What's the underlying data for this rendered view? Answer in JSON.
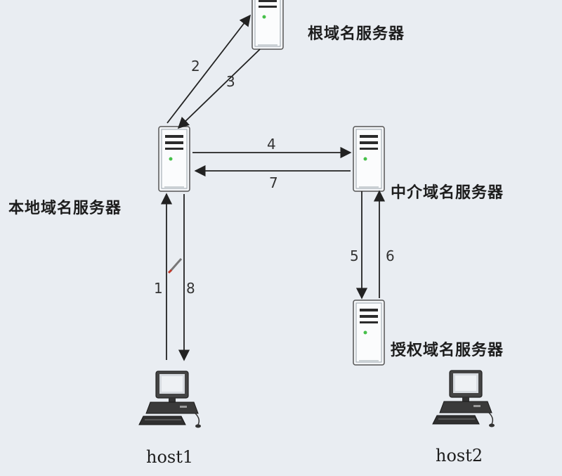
{
  "servers": {
    "root": {
      "label": "根域名服务器"
    },
    "local": {
      "label": "本地域名服务器"
    },
    "intermediate": {
      "label": "中介域名服务器"
    },
    "authoritative": {
      "label": "授权域名服务器"
    }
  },
  "hosts": {
    "host1": {
      "label": "host1"
    },
    "host2": {
      "label": "host2"
    }
  },
  "steps": [
    "1",
    "2",
    "3",
    "4",
    "5",
    "6",
    "7",
    "8"
  ],
  "colors": {
    "background": "#e9edf2",
    "arrow": "#222222",
    "server_body": "#f4f6f8",
    "server_outline": "#555555",
    "server_led": "#46c04a"
  }
}
